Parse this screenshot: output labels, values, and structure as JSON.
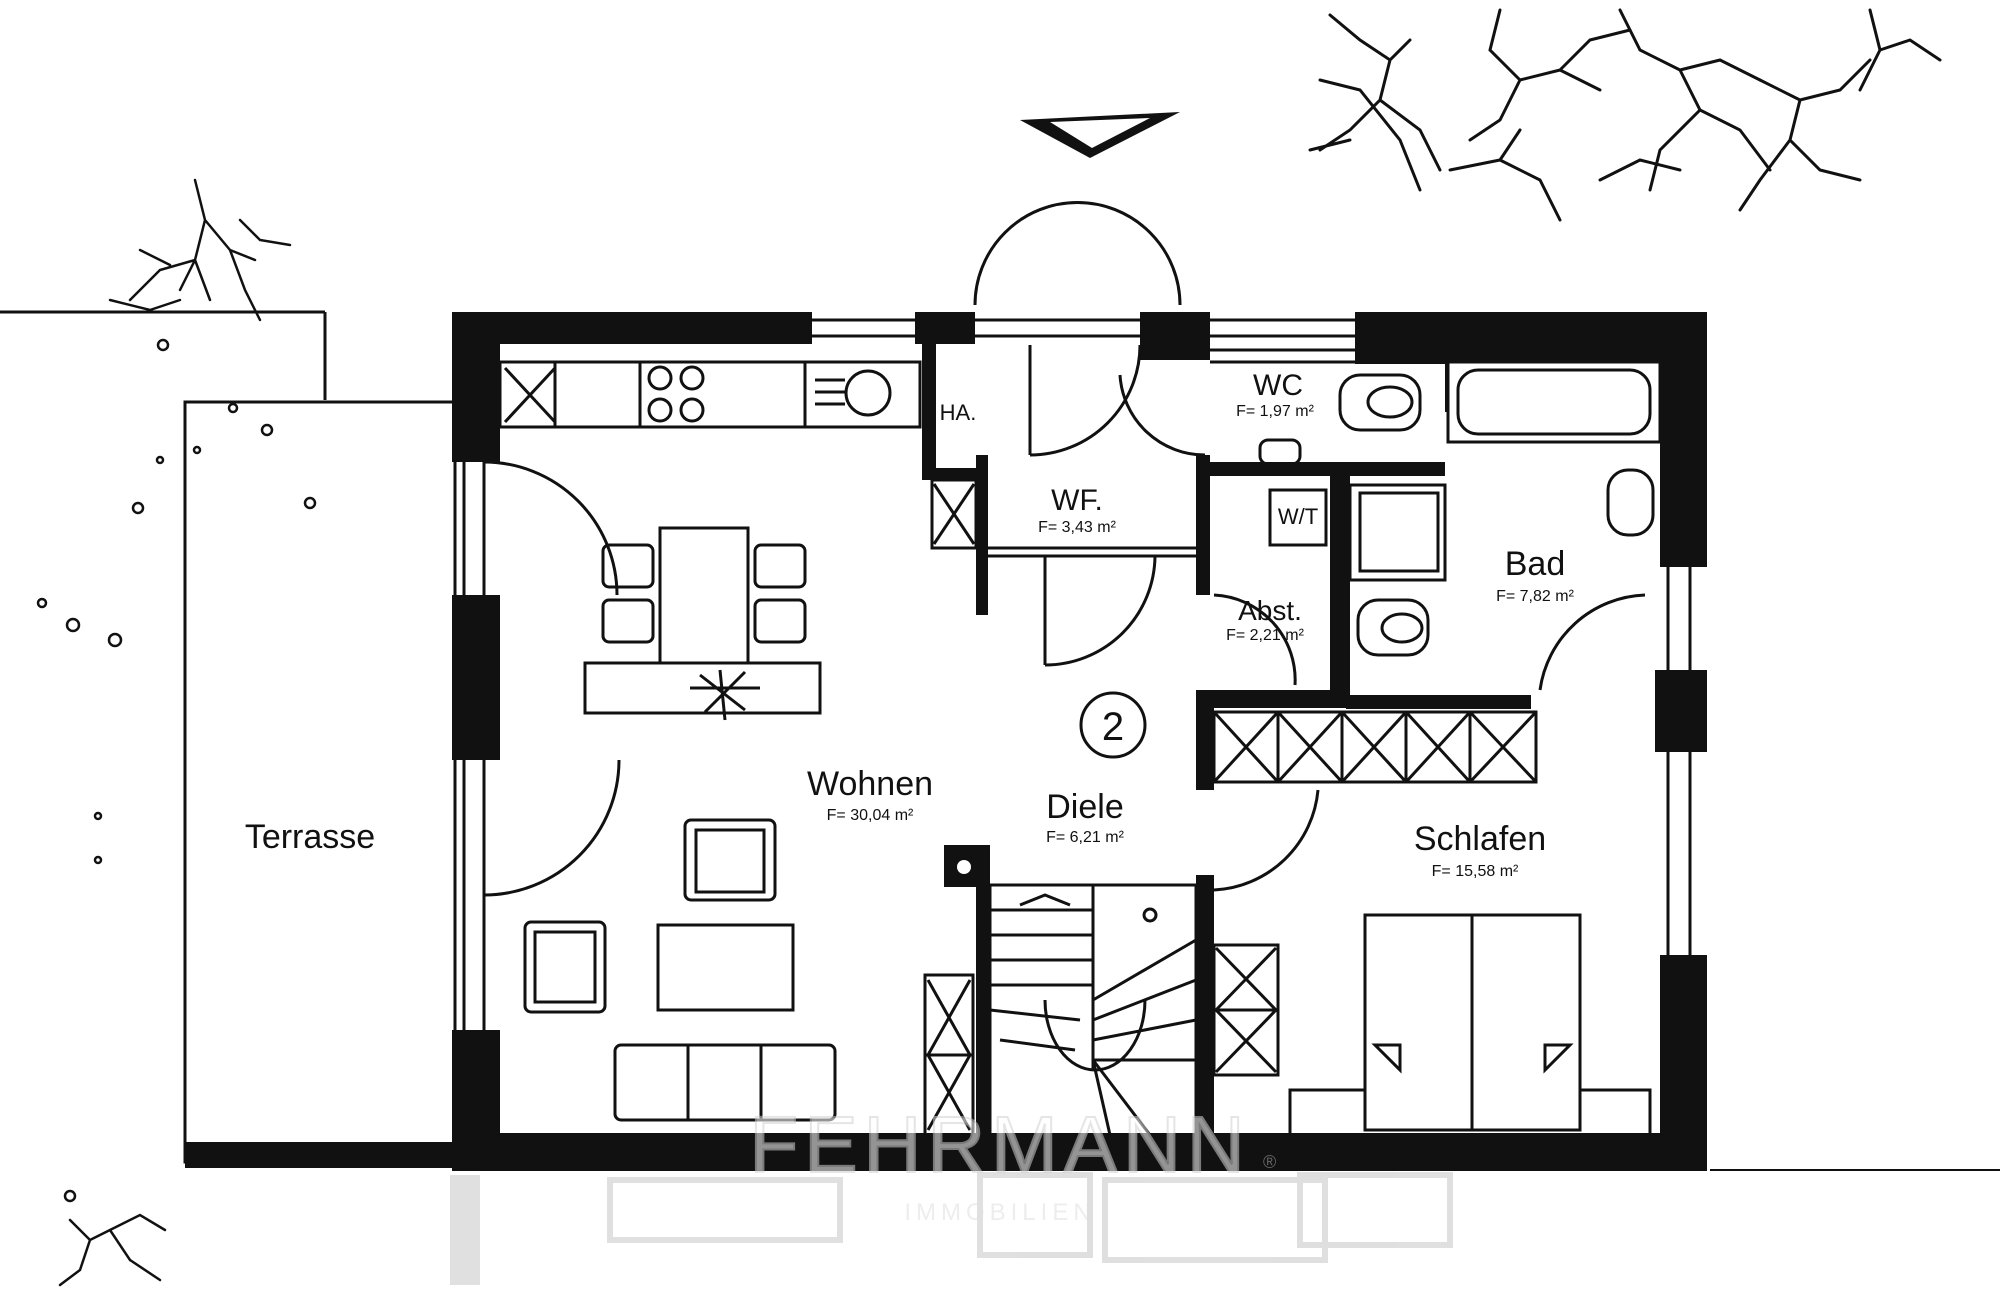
{
  "rooms": {
    "wohnen": {
      "name": "Wohnen",
      "area": "F= 30,04 m²"
    },
    "diele": {
      "name": "Diele",
      "area": "F= 6,21 m²"
    },
    "wf": {
      "name": "WF.",
      "area": "F= 3,43 m²"
    },
    "wc": {
      "name": "WC",
      "area": "F= 1,97 m²"
    },
    "abst": {
      "name": "Abst.",
      "area": "F= 2,21 m²"
    },
    "bad": {
      "name": "Bad",
      "area": "F= 7,82 m²"
    },
    "schlafen": {
      "name": "Schlafen",
      "area": "F= 15,58 m²"
    },
    "terrasse": {
      "name": "Terrasse"
    }
  },
  "labels": {
    "ha": "HA.",
    "wt": "W/T",
    "unit_number": "2"
  },
  "watermark": {
    "brand": "FEHRMANN",
    "sub": "IMMOBILIEN",
    "registered": "®"
  },
  "colors": {
    "wall": "#111111",
    "background": "#ffffff",
    "watermark": "#e6e6e6"
  }
}
